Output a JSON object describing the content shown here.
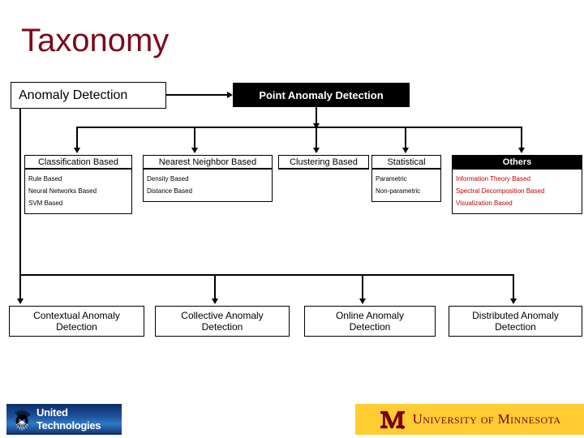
{
  "slide": {
    "title": "Taxonomy"
  },
  "root": {
    "label": "Anomaly Detection"
  },
  "point_node": {
    "label": "Point Anomaly Detection"
  },
  "categories": [
    {
      "key": "classification",
      "header": "Classification Based",
      "items": [
        "Rule Based",
        "Neural Networks Based",
        "SVM Based"
      ],
      "header_style": "white",
      "item_color": "#000000"
    },
    {
      "key": "nearest-neighbor",
      "header": "Nearest Neighbor Based",
      "items": [
        "Density Based",
        "Distance Based"
      ],
      "header_style": "white",
      "item_color": "#000000"
    },
    {
      "key": "clustering",
      "header": "Clustering Based",
      "items": [],
      "header_style": "white",
      "item_color": "#000000"
    },
    {
      "key": "statistical",
      "header": "Statistical",
      "items": [
        "Parametric",
        "Non-parametric"
      ],
      "header_style": "white",
      "item_color": "#000000"
    },
    {
      "key": "others",
      "header": "Others",
      "items": [
        "Information Theory Based",
        "Spectral Decomposition Based",
        "Visualization Based"
      ],
      "header_style": "black",
      "item_color": "#c00000"
    }
  ],
  "leaves": [
    {
      "key": "contextual",
      "line1": "Contextual Anomaly",
      "line2": "Detection"
    },
    {
      "key": "collective",
      "line1": "Collective Anomaly",
      "line2": "Detection"
    },
    {
      "key": "online",
      "line1": "Online Anomaly",
      "line2": "Detection"
    },
    {
      "key": "distributed",
      "line1": "Distributed Anomaly",
      "line2": "Detection"
    }
  ],
  "footer": {
    "united_technologies": {
      "line1": "United",
      "line2": "Technologies",
      "icon": "sunburst-icon",
      "bg_color": "#1b4f96",
      "text_color": "#ffffff"
    },
    "university_of_minnesota": {
      "text": "University of Minnesota",
      "icon": "block-m-icon",
      "bg_color": "#ffcc33",
      "text_color": "#7a0019"
    }
  },
  "colors": {
    "title": "#7b0a1e",
    "accent_red": "#c00000",
    "line": "#000000",
    "black_box": "#000000"
  }
}
